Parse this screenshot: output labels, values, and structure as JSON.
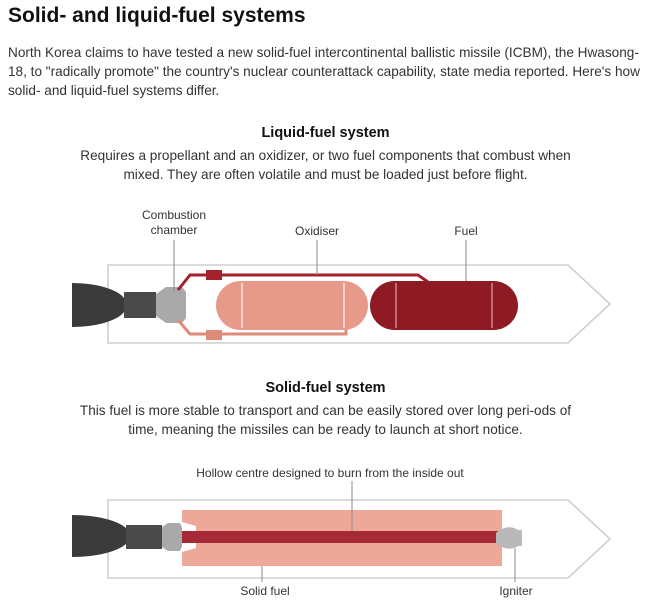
{
  "header": {
    "title": "Solid- and liquid-fuel systems",
    "intro": "North Korea claims to have tested a new solid-fuel intercontinental ballistic missile (ICBM), the Hwasong-18, to \"radically promote\" the country's nuclear counterattack capability, state media reported. Here's how solid- and liquid-fuel systems differ."
  },
  "liquid": {
    "title": "Liquid-fuel system",
    "description": "Requires a propellant and an oxidizer, or two fuel components that combust when mixed. They are often volatile and must be loaded just before flight.",
    "labels": {
      "combustion_line1": "Combustion",
      "combustion_line2": "chamber",
      "oxidiser": "Oxidiser",
      "fuel": "Fuel"
    }
  },
  "solid": {
    "title": "Solid-fuel system",
    "description": "This fuel is more stable to transport and can be easily stored over long peri-ods of time, meaning the missiles can be ready to launch at short notice.",
    "labels": {
      "hollow": "Hollow centre designed to burn from the inside out",
      "solid_fuel": "Solid fuel",
      "igniter": "Igniter"
    }
  },
  "colors": {
    "oxidiser": "#e79a8a",
    "fuel": "#8e1b24",
    "pipe": "#a3212a",
    "pipe_light": "#de8b78",
    "solid_fuel": "#eea89a",
    "hollow_core": "#a52a35",
    "nozzle": "#3a3a3a",
    "chamber": "#a9a9a9",
    "outline": "#cfcfcf",
    "leader": "#8a8a8a"
  }
}
